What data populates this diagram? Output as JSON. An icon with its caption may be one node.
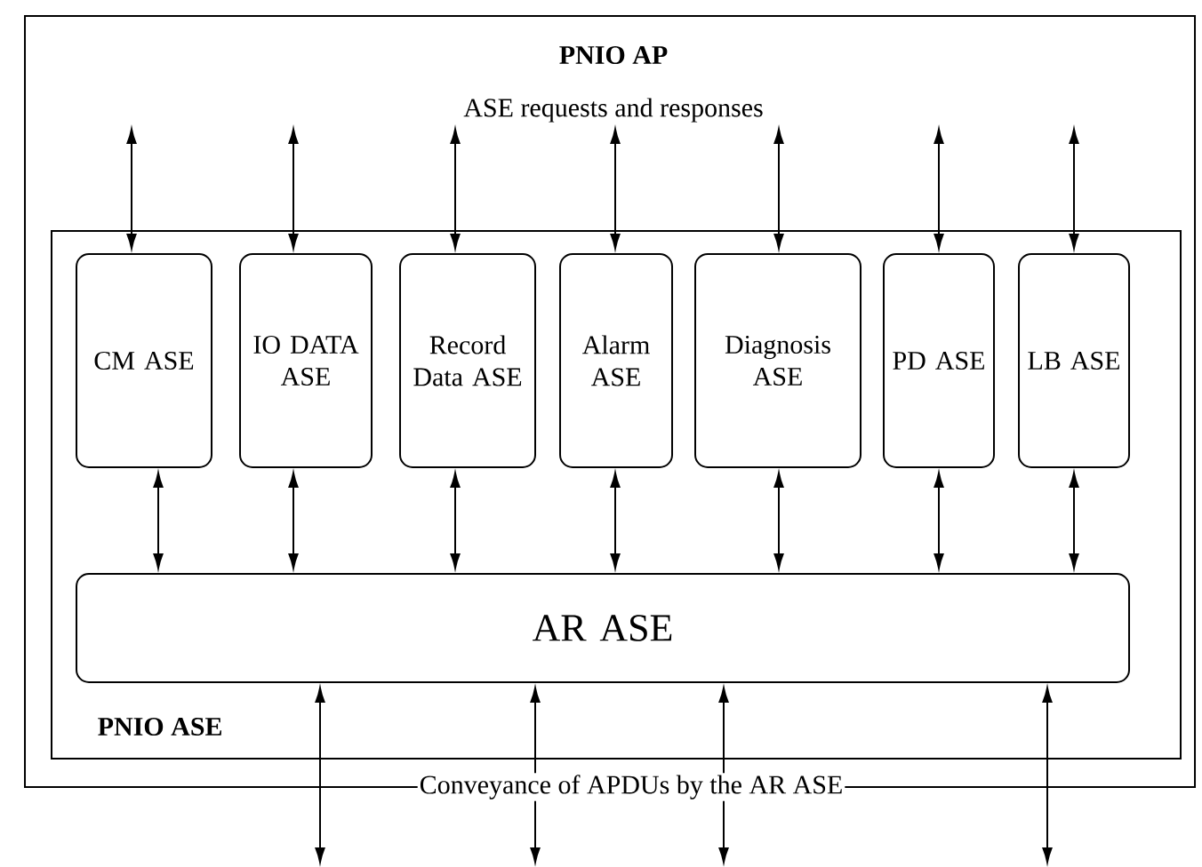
{
  "diagram": {
    "nodes": [
      {
        "text": [
          "PNIO AP",
          "ASE requests and responses",
          "Conveyance of APDUs by the AR ASE"
        ]
      },
      {
        "text": [
          "PNIO ASE"
        ],
        "in": 0
      },
      {
        "text": [
          "CM ASE"
        ],
        "in": 1
      },
      {
        "text": [
          "IO DATA ASE"
        ],
        "in": 1
      },
      {
        "text": [
          "Record Data ASE"
        ],
        "in": 1
      },
      {
        "text": [
          "Alarm ASE"
        ],
        "in": 1
      },
      {
        "text": [
          "Diagnosis ASE"
        ],
        "in": 1
      },
      {
        "text": [
          "PD ASE"
        ],
        "in": 1
      },
      {
        "text": [
          "LB ASE"
        ],
        "in": 1
      },
      {
        "text": [
          "AR ASE"
        ],
        "in": 1
      }
    ],
    "edges": [
      {
        "from": null,
        "to": 2,
        "arrow": "both"
      },
      {
        "from": null,
        "to": 3,
        "arrow": "both"
      },
      {
        "from": null,
        "to": 4,
        "arrow": "both"
      },
      {
        "from": null,
        "to": 5,
        "arrow": "both"
      },
      {
        "from": null,
        "to": 6,
        "arrow": "both"
      },
      {
        "from": null,
        "to": 7,
        "arrow": "both"
      },
      {
        "from": null,
        "to": 8,
        "arrow": "both"
      },
      {
        "from": 2,
        "to": 9,
        "arrow": "both"
      },
      {
        "from": 3,
        "to": 9,
        "arrow": "both"
      },
      {
        "from": 4,
        "to": 9,
        "arrow": "both"
      },
      {
        "from": 5,
        "to": 9,
        "arrow": "both"
      },
      {
        "from": 6,
        "to": 9,
        "arrow": "both"
      },
      {
        "from": 7,
        "to": 9,
        "arrow": "both"
      },
      {
        "from": 8,
        "to": 9,
        "arrow": "both"
      },
      {
        "from": 9,
        "to": null,
        "arrow": "both"
      },
      {
        "from": 9,
        "to": null,
        "arrow": "both"
      },
      {
        "from": 9,
        "to": null,
        "arrow": "both"
      },
      {
        "from": 9,
        "to": null,
        "arrow": "both"
      }
    ]
  }
}
